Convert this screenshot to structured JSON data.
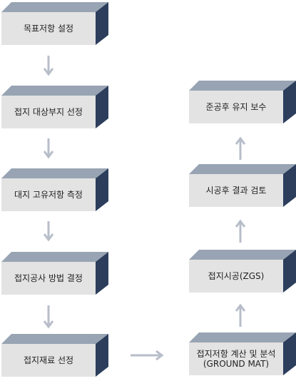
{
  "colors": {
    "top": "#98a4b3",
    "side": "#2c3e5c",
    "face": "#e3e3e3",
    "arrow": "#b7bec9"
  },
  "left_steps": [
    {
      "label": "목표저항 설정"
    },
    {
      "label": "접지 대상부지 선정"
    },
    {
      "label": "대지 고유저항 측정"
    },
    {
      "label": "접지공사 방법 결정"
    },
    {
      "label": "접지재료 선정"
    }
  ],
  "right_steps": [
    {
      "label": "준공후 유지 보수"
    },
    {
      "label": "시공후 결과 검토"
    },
    {
      "label": "접지시공(ZGS)"
    },
    {
      "label": "접지저항 계산 및 분석\n(GROUND MAT)"
    }
  ]
}
